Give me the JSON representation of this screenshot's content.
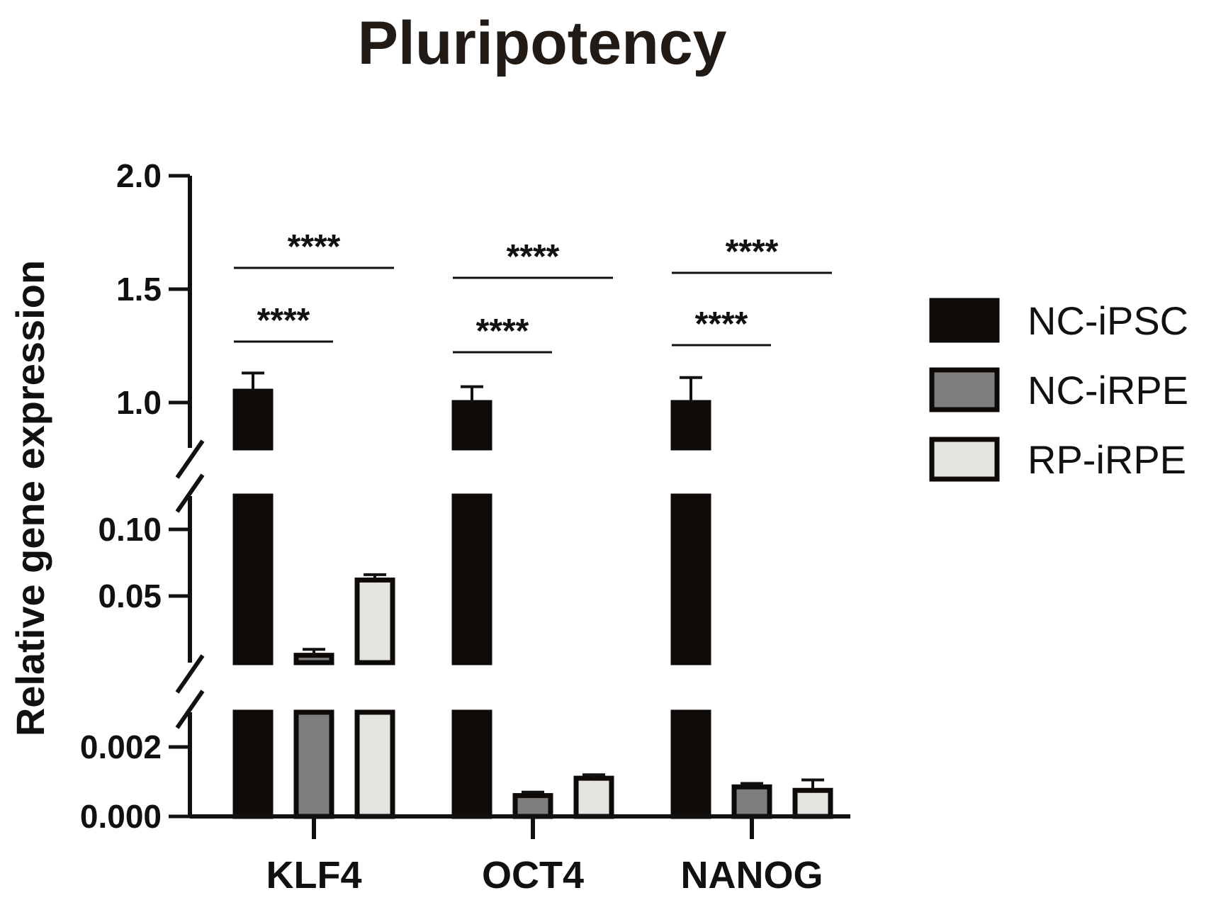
{
  "chart_data": {
    "type": "bar",
    "title": "Pluripotency",
    "ylabel": "Relative gene expression",
    "xlabel": "",
    "categories": [
      "KLF4",
      "OCT4",
      "NANOG"
    ],
    "y_axis": {
      "broken": true,
      "segments": [
        {
          "range": [
            0.0,
            0.003
          ],
          "ticks": [
            "0.000",
            "0.002"
          ],
          "tick_values": [
            0.0,
            0.002
          ]
        },
        {
          "range": [
            0.0,
            0.125
          ],
          "ticks": [
            "0.05",
            "0.10"
          ],
          "tick_values": [
            0.05,
            0.1
          ]
        },
        {
          "range": [
            0.8,
            2.0
          ],
          "ticks": [
            "1.0",
            "1.5",
            "2.0"
          ],
          "tick_values": [
            1.0,
            1.5,
            2.0
          ]
        }
      ]
    },
    "series": [
      {
        "name": "NC-iPSC",
        "color": "#0d0a08",
        "values": [
          1.05,
          1.0,
          1.0
        ],
        "errors": [
          0.08,
          0.07,
          0.11
        ]
      },
      {
        "name": "NC-iRPE",
        "color": "#7d7d7d",
        "values": [
          0.0055,
          0.0006,
          0.00085
        ],
        "errors": [
          0.0045,
          0.0001,
          0.0001
        ]
      },
      {
        "name": "RP-iRPE",
        "color": "#e3e3e0",
        "values": [
          0.062,
          0.0011,
          0.00075
        ],
        "errors": [
          0.004,
          0.0001,
          0.0003
        ]
      }
    ],
    "significance": [
      {
        "category": "KLF4",
        "pairs": [
          [
            "NC-iPSC",
            "NC-iRPE",
            "****"
          ],
          [
            "NC-iPSC",
            "RP-iRPE",
            "****"
          ]
        ]
      },
      {
        "category": "OCT4",
        "pairs": [
          [
            "NC-iPSC",
            "NC-iRPE",
            "****"
          ],
          [
            "NC-iPSC",
            "RP-iRPE",
            "****"
          ]
        ]
      },
      {
        "category": "NANOG",
        "pairs": [
          [
            "NC-iPSC",
            "NC-iRPE",
            "****"
          ],
          [
            "NC-iPSC",
            "RP-iRPE",
            "****"
          ]
        ]
      }
    ],
    "legend_position": "right",
    "grid": false
  }
}
